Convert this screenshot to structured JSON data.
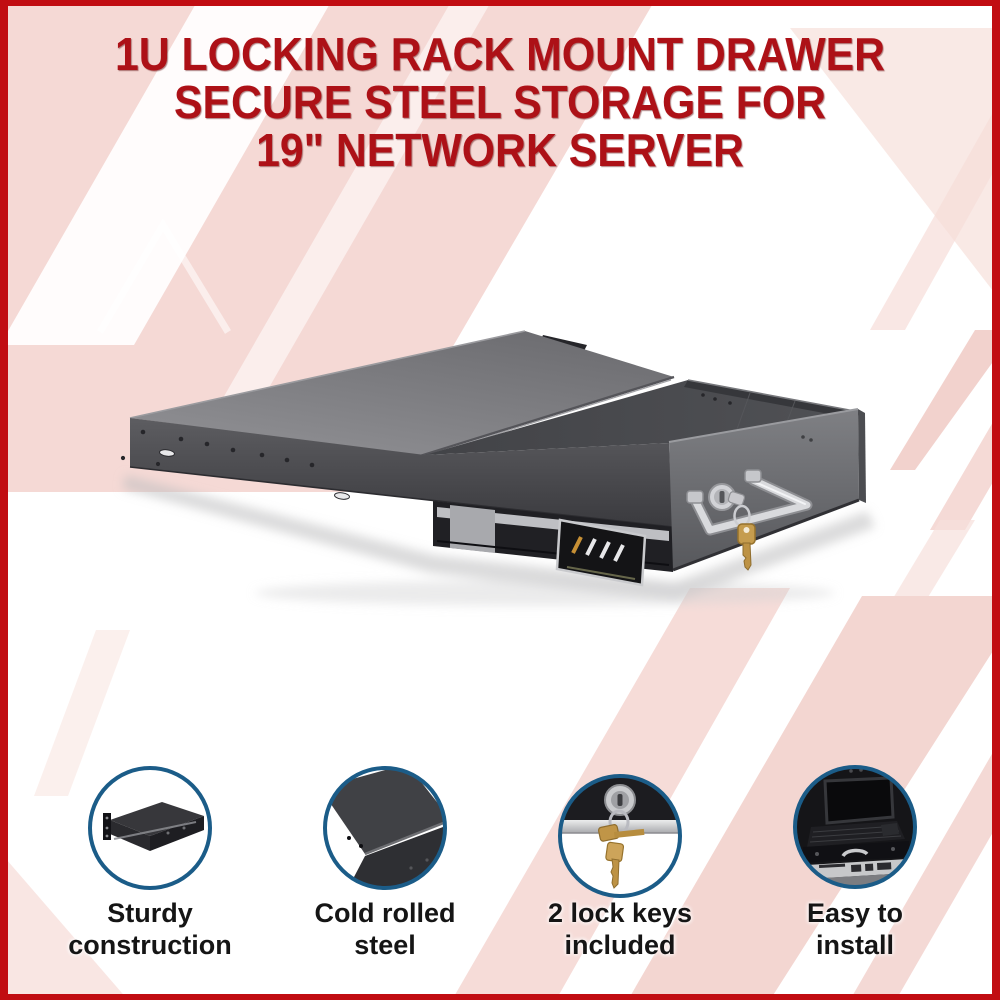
{
  "banner": {
    "title": {
      "line1": "1U LOCKING RACK MOUNT DRAWER",
      "line2": "SECURE STEEL STORAGE FOR",
      "line3": "19\" NETWORK SERVER"
    }
  },
  "features": [
    {
      "photo": "closed-rack-drawer-photo",
      "caption_line1": "Sturdy",
      "caption_line2": "construction"
    },
    {
      "photo": "steel-panel-closeup-photo",
      "caption_line1": "Cold rolled",
      "caption_line2": "steel"
    },
    {
      "photo": "lock-with-two-keys-photo",
      "caption_line1": "2 lock keys",
      "caption_line2": "included"
    },
    {
      "photo": "rack-console-install-photo",
      "caption_line1": "Easy to",
      "caption_line2": "install"
    }
  ],
  "colors": {
    "frame_red": "#c10d12",
    "title_red": "#ad1117",
    "feature_ring_blue": "#1b5c88",
    "caption_text": "#151515",
    "background_tint_pink": "#f5d9d5",
    "product_metal_gray": "#77787c",
    "chrome": "#d6d7db",
    "keys_brass": "#c59c4e"
  }
}
